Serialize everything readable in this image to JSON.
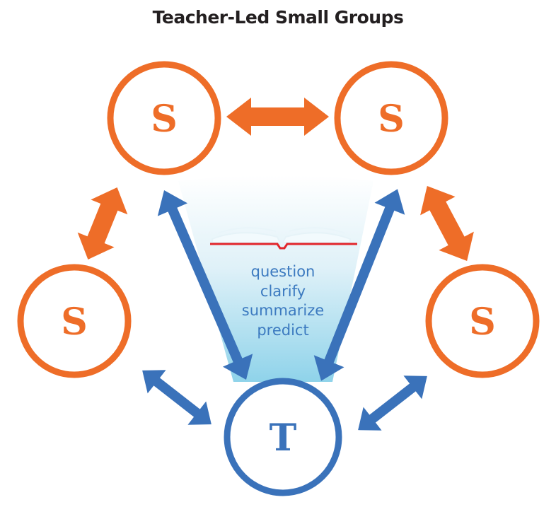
{
  "title": "Teacher-Led Small Groups",
  "colors": {
    "student": "#ee6d28",
    "teacher": "#3a72ba",
    "text_strategies": "#3c7ac0",
    "book_line": "#e2262b"
  },
  "nodes": {
    "student_top_left": "S",
    "student_top_right": "S",
    "student_mid_left": "S",
    "student_mid_right": "S",
    "teacher": "T"
  },
  "book_icon": "open-book-icon",
  "strategies": [
    "question",
    "clarify",
    "summarize",
    "predict"
  ]
}
